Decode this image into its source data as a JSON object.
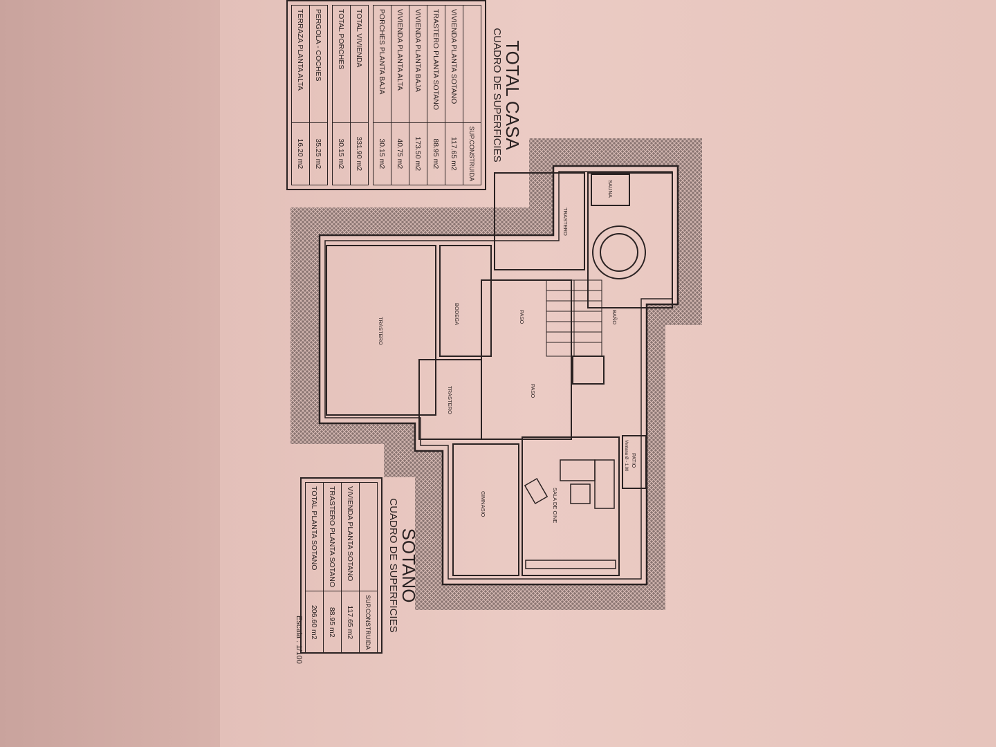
{
  "total_casa": {
    "title": "TOTAL CASA",
    "subtitle": "CUADRO DE SUPERFICIES",
    "header": "SUP.CONSTRUIDA",
    "rows": [
      {
        "label": "VIVIENDA PLANTA SOTANO",
        "value": "117.65  m2"
      },
      {
        "label": "TRASTERO PLANTA SOTANO",
        "value": "88.95  m2"
      },
      {
        "label": "VIVIENDA PLANTA BAJA",
        "value": "173.50  m2"
      },
      {
        "label": "VIVIENDA PLANTA ALTA",
        "value": "40.75  m2"
      },
      {
        "label": "PORCHES PLANTA BAJA",
        "value": "30.15  m2"
      }
    ],
    "totals": [
      {
        "label": "TOTAL VIVIENDA",
        "value": "331.90  m2"
      },
      {
        "label": "TOTAL PORCHES",
        "value": "30.15  m2"
      }
    ],
    "extras": [
      {
        "label": "PERGOLA - COCHES",
        "value": "35.25  m2"
      },
      {
        "label": "TERRAZA PLANTA ALTA",
        "value": "16.20  m2"
      }
    ]
  },
  "sotano": {
    "title": "SOTANO",
    "subtitle": "CUADRO DE SUPERFICIES",
    "header": "SUP.CONSTRUIDA",
    "rows": [
      {
        "label": "VIVIENDA PLANTA SOTANO",
        "value": "117.65  m2"
      },
      {
        "label": "TRASTERO PLANTA SOTANO",
        "value": "88.95  m2"
      },
      {
        "label": "TOTAL PLANTA SOTANO",
        "value": "206.60  m2"
      }
    ]
  },
  "escala": "Escala : 1/100",
  "rooms": {
    "trastero_top": "TRASTERO",
    "sauna": "SAUNA",
    "bano": "BAÑO",
    "paso_upper": "PASO",
    "bodega": "BODEGA",
    "trastero_big": "TRASTERO",
    "trastero_small": "TRASTERO",
    "paso_lower": "PASO",
    "gimnasio": "GIMNASIO",
    "sala_cine": "SALA DE CINE",
    "patio": "PATIO",
    "ventana": "Ventana Ø - 1.00"
  }
}
